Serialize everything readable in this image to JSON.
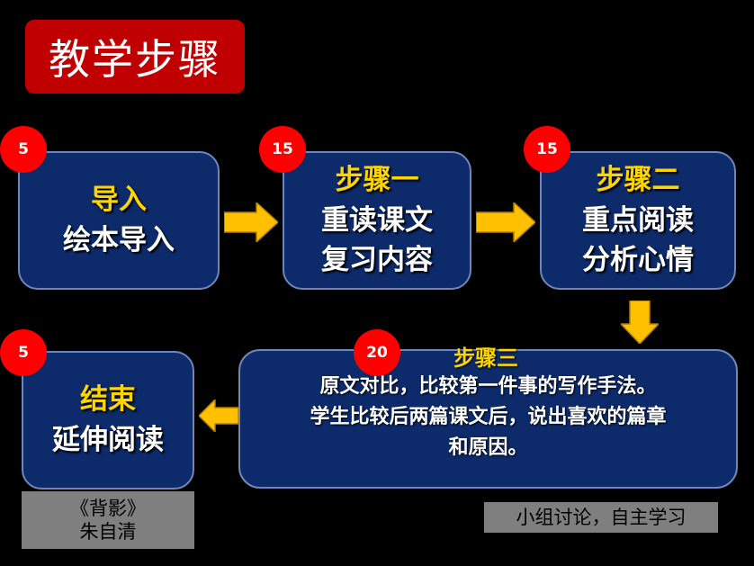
{
  "title": "教学步骤",
  "steps": [
    {
      "badge": "5",
      "head": "导入",
      "lines": [
        "绘本导入"
      ]
    },
    {
      "badge": "15",
      "head": "步骤一",
      "lines": [
        "重读课文",
        "复习内容"
      ]
    },
    {
      "badge": "15",
      "head": "步骤二",
      "lines": [
        "重点阅读",
        "分析心情"
      ]
    },
    {
      "badge": "20",
      "head": "步骤三",
      "lines": [
        "原文对比，比较第一件事的写作手法。",
        "学生比较后两篇课文后，说出喜欢的篇章",
        "和原因。"
      ]
    },
    {
      "badge": "5",
      "head": "结束",
      "lines": [
        "延伸阅读"
      ]
    }
  ],
  "notes": {
    "book_title": "《背影》",
    "author": "朱自清",
    "method": "小组讨论，自主学习"
  },
  "colors": {
    "title_bg": "#c00000",
    "box_bg": "#0d2a6b",
    "head_text": "#ffd500",
    "badge": "#ff0000",
    "arrow": "#ffc000"
  }
}
